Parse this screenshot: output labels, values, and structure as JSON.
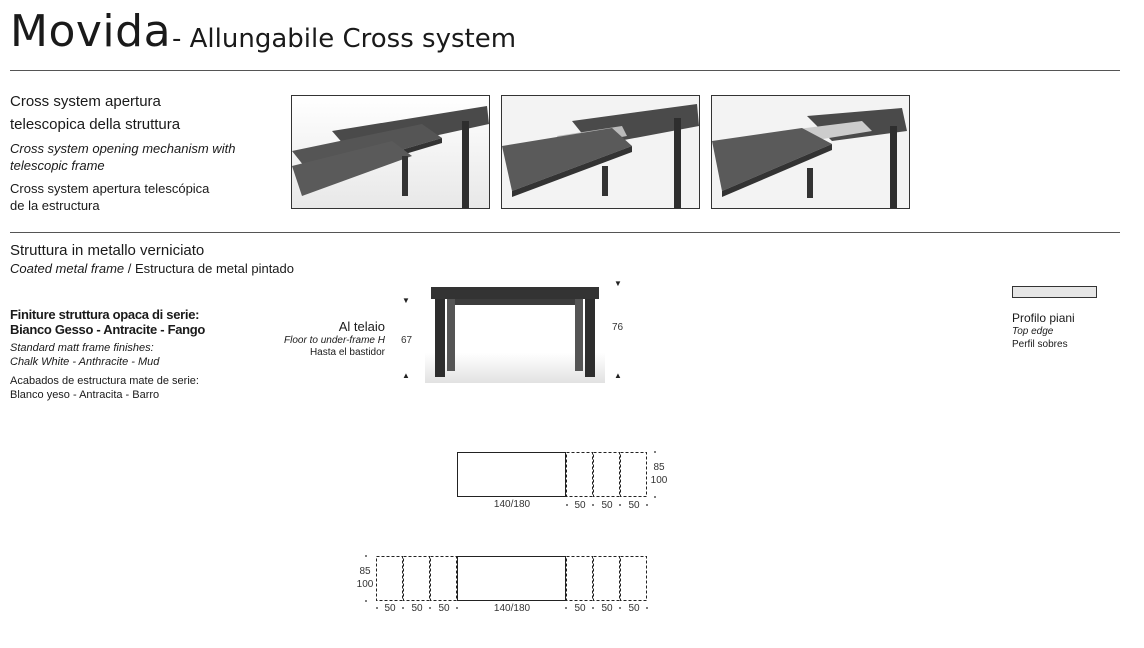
{
  "header": {
    "product_name": "Movida",
    "subtitle": "- Allungabile Cross system"
  },
  "section1": {
    "title_it_line1": "Cross system apertura",
    "title_it_line2": "telescopica della struttura",
    "title_en_line1": "Cross system opening mechanism with",
    "title_en_line2": "telescopic frame",
    "title_es_line1": "Cross system apertura telescópica",
    "title_es_line2": "de la estructura"
  },
  "section2": {
    "title_it": "Struttura in metallo verniciato",
    "title_en": "Coated metal frame",
    "separator": " / ",
    "title_es": "Estructura de metal pintado"
  },
  "finishes": {
    "heading_it": "Finiture struttura opaca di serie:",
    "colors_it": "Bianco Gesso - Antracite - Fango",
    "heading_en": "Standard matt frame finishes:",
    "colors_en": "Chalk White - Anthracite - Mud",
    "heading_es": "Acabados de estructura mate de serie:",
    "colors_es": "Blanco yeso - Antracita - Barro"
  },
  "frame_height": {
    "label_it": "Al telaio",
    "label_en": "Floor to under-frame H",
    "label_es": "Hasta el bastidor",
    "under_frame_value": "67",
    "total_value": "76"
  },
  "top_profile": {
    "label_it": "Profilo piani",
    "label_en": "Top edge",
    "label_es": "Perfil sobres"
  },
  "diagram1": {
    "depths": [
      "85",
      "100"
    ],
    "main_length": "140/180",
    "extensions": [
      "50",
      "50",
      "50"
    ]
  },
  "diagram2": {
    "depths": [
      "85",
      "100"
    ],
    "left_extensions": [
      "50",
      "50",
      "50"
    ],
    "main_length": "140/180",
    "right_extensions": [
      "50",
      "50",
      "50"
    ]
  }
}
